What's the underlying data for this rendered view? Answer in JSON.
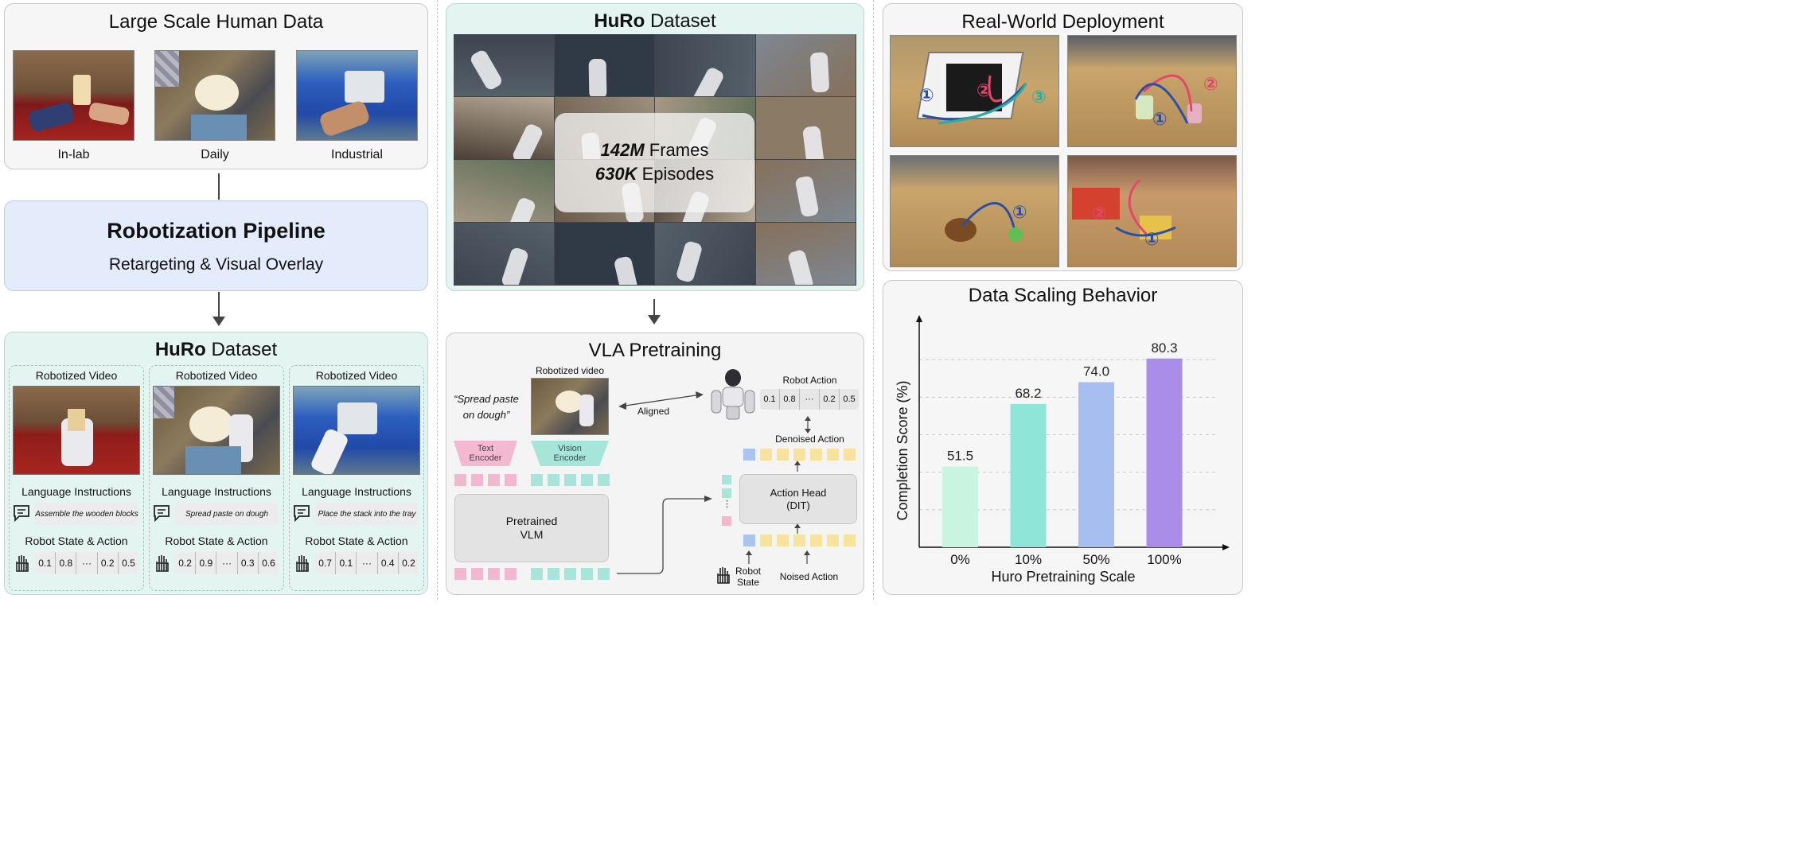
{
  "human_data": {
    "title": "Large Scale Human Data",
    "images": [
      {
        "label": "In-lab"
      },
      {
        "label": "Daily"
      },
      {
        "label": "Industrial"
      }
    ]
  },
  "pipeline": {
    "title": "Robotization Pipeline",
    "subtitle": "Retargeting & Visual Overlay"
  },
  "huro_left": {
    "title_bold": "HuRo",
    "title_rest": " Dataset",
    "columns": [
      {
        "header": "Robotized Video",
        "instr_title": "Language Instructions",
        "instruction": "Assemble the wooden blocks",
        "state_title": "Robot State & Action",
        "values": [
          "0.1",
          "0.8",
          "···",
          "0.2",
          "0.5"
        ]
      },
      {
        "header": "Robotized Video",
        "instr_title": "Language Instructions",
        "instruction": "Spread paste on dough",
        "state_title": "Robot State & Action",
        "values": [
          "0.2",
          "0.9",
          "···",
          "0.3",
          "0.6"
        ]
      },
      {
        "header": "Robotized Video",
        "instr_title": "Language Instructions",
        "instruction": "Place the stack into the tray",
        "state_title": "Robot State & Action",
        "values": [
          "0.7",
          "0.1",
          "···",
          "0.4",
          "0.2"
        ]
      }
    ]
  },
  "huro_center": {
    "title_bold": "HuRo",
    "title_rest": " Dataset",
    "frames_num": "142M",
    "frames_label": " Frames",
    "episodes_num": "630K",
    "episodes_label": " Episodes"
  },
  "vla": {
    "title": "VLA Pretraining",
    "quote_line1": "“Spread paste",
    "quote_line2": "on dough”",
    "video_label": "Robotized video",
    "aligned": "Aligned",
    "robot_action": "Robot Action",
    "action_values": [
      "0.1",
      "0.8",
      "···",
      "0.2",
      "0.5"
    ],
    "denoised": "Denoised Action",
    "text_enc_1": "Text",
    "text_enc_2": "Encoder",
    "vision_enc_1": "Vision",
    "vision_enc_2": "Encoder",
    "vlm_1": "Pretrained",
    "vlm_2": "VLM",
    "head_1": "Action Head",
    "head_2": "(DIT)",
    "robot_state_1": "Robot",
    "robot_state_2": "State",
    "noised": "Noised Action",
    "dots": "⋮"
  },
  "deployment": {
    "title": "Real-World Deployment",
    "markers": [
      [
        "①",
        "②",
        "③"
      ],
      [
        "①",
        "②"
      ],
      [
        "①"
      ],
      [
        "①",
        "②"
      ]
    ]
  },
  "chart_title": "Data Scaling Behavior",
  "chart_data": {
    "type": "bar",
    "categories": [
      "0%",
      "10%",
      "50%",
      "100%"
    ],
    "values": [
      51.5,
      68.2,
      74.0,
      80.3
    ],
    "value_labels": [
      "51.5",
      "68.2",
      "74.0",
      "80.3"
    ],
    "colors": [
      "#c9f4df",
      "#8fe6d8",
      "#a7bff0",
      "#a98de9"
    ],
    "xlabel": "Huro Pretraining Scale",
    "ylabel": "Completion Score (%)",
    "ylim": [
      30,
      90
    ],
    "grid": true
  }
}
